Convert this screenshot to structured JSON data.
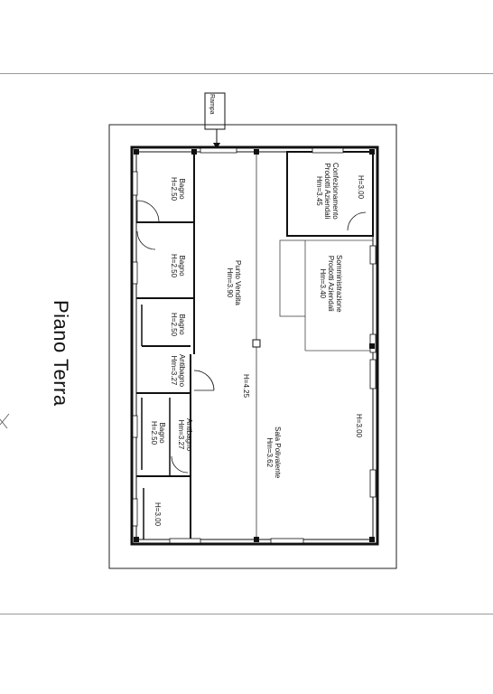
{
  "title": "Piano Terra",
  "entrance_label": "Rampa",
  "rooms": {
    "bagno_1": {
      "name": "Bagno",
      "height": "H=2.50"
    },
    "bagno_2": {
      "name": "Bagno",
      "height": "H=2.50"
    },
    "bagno_3": {
      "name": "Bagno",
      "height": "H=2.50"
    },
    "bagno_4": {
      "name": "Bagno",
      "height": "H=2.50"
    },
    "antibagno_1": {
      "name": "Antibagno",
      "height": "Hm=3.27"
    },
    "antibagno_2": {
      "name": "Antibagno",
      "height": "Hm=3.27"
    },
    "punto_vendita": {
      "name": "Punto Vendita",
      "height": "Hm=3.90"
    },
    "confezionamento": {
      "line1": "Confezionamento",
      "line2": "Prodotti Aziendali",
      "height": "Hm=3.45"
    },
    "somministrazione": {
      "line1": "Somministrazione",
      "line2": "Prodotti Aziendali",
      "height": "Hm=3.40"
    },
    "sala_polivalente": {
      "name": "Sala Polivalente",
      "height": "Hm=3.62"
    }
  },
  "height_marks": {
    "h_confez": "H=3.00",
    "h_center": "H=4.25",
    "h_sala": "H=3.00",
    "h_corner": "H=3.00"
  }
}
